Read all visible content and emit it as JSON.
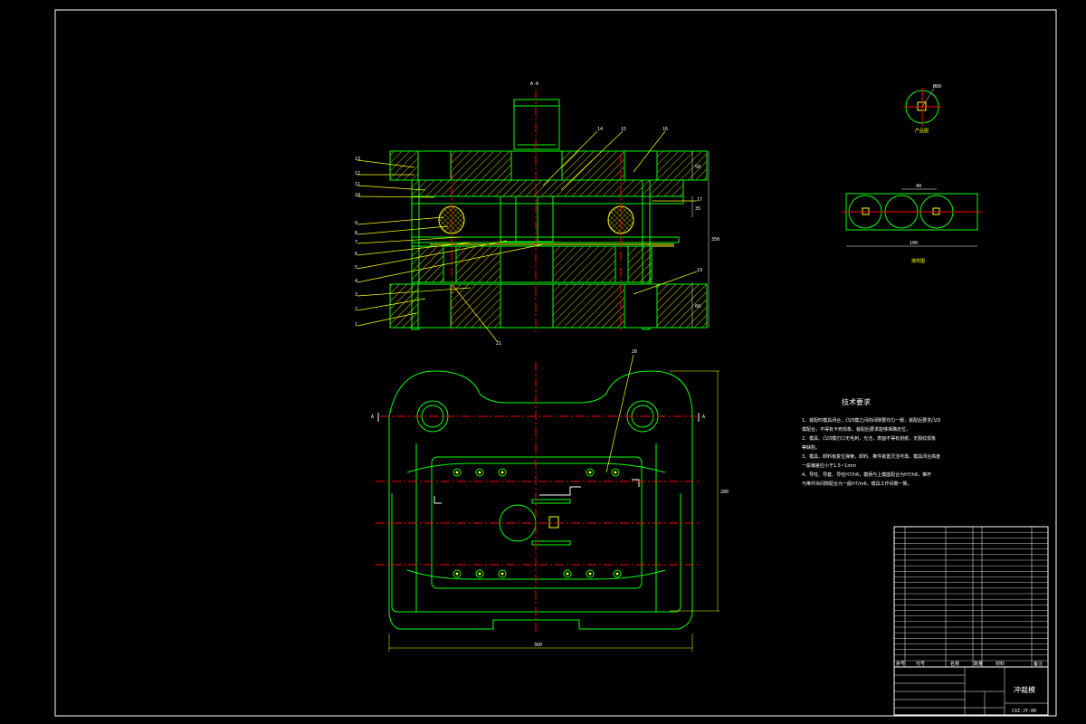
{
  "drawing": {
    "colors": {
      "background": "#000000",
      "frame": "#ffffff",
      "outline": "#00ff00",
      "hatch": "#ffff00",
      "center_line": "#ff0000",
      "dimension": "#ff00ff",
      "leader": "#ffff00",
      "annotation": "#ffffff"
    },
    "section_view": {
      "title": "A-A",
      "part_numbers_left": [
        "13",
        "12",
        "11",
        "10",
        "9",
        "8",
        "7",
        "6",
        "5",
        "4",
        "3",
        "2",
        "1"
      ],
      "part_numbers_top": [
        "14",
        "15",
        "16"
      ],
      "part_numbers_right": [
        "17",
        "19"
      ],
      "part_number_bottom": "21",
      "dims_right": [
        "50",
        "60",
        "35",
        "350"
      ]
    },
    "plan_view": {
      "part_number": "20",
      "section_mark_left": "A",
      "section_mark_right": "A",
      "dim_bottom": "360",
      "dim_right": "280"
    },
    "product_detail": {
      "label": "产品图",
      "dim": "Ø60"
    },
    "strip_layout": {
      "label": "排样图",
      "dim_top": "40",
      "dim_bottom": "100"
    },
    "technical_notes": {
      "title": "技术要求",
      "lines": [
        "1、装配时模具闭合，凸凹模之间的间隙要均匀一致，装配后要求凸凹",
        "模配合，不得有卡死现象。装配后要求能够准确定位。",
        "2、模具、凸凹模刃口无毛刺，光洁，表面不得有划痕，无裂纹现象",
        "等缺陷。",
        "3、模具、卸料板复位弹簧，卸料、推件装置灵活可靠。模具闭合高度",
        "一般偏差应小于1.5~1mm",
        "4、导柱、导套、导柱H7/h6，模柄与上模座配合为H7/h6，推杆",
        "与推件块间隙配合为一般H7/m6，模具工作间隙一致。"
      ]
    },
    "title_block": {
      "drawing_number": "CXZ-JY-00",
      "drawing_title": "冲裁模",
      "header_row": [
        "序号",
        "代号",
        "名称",
        "数量",
        "材料",
        "备注"
      ]
    }
  }
}
